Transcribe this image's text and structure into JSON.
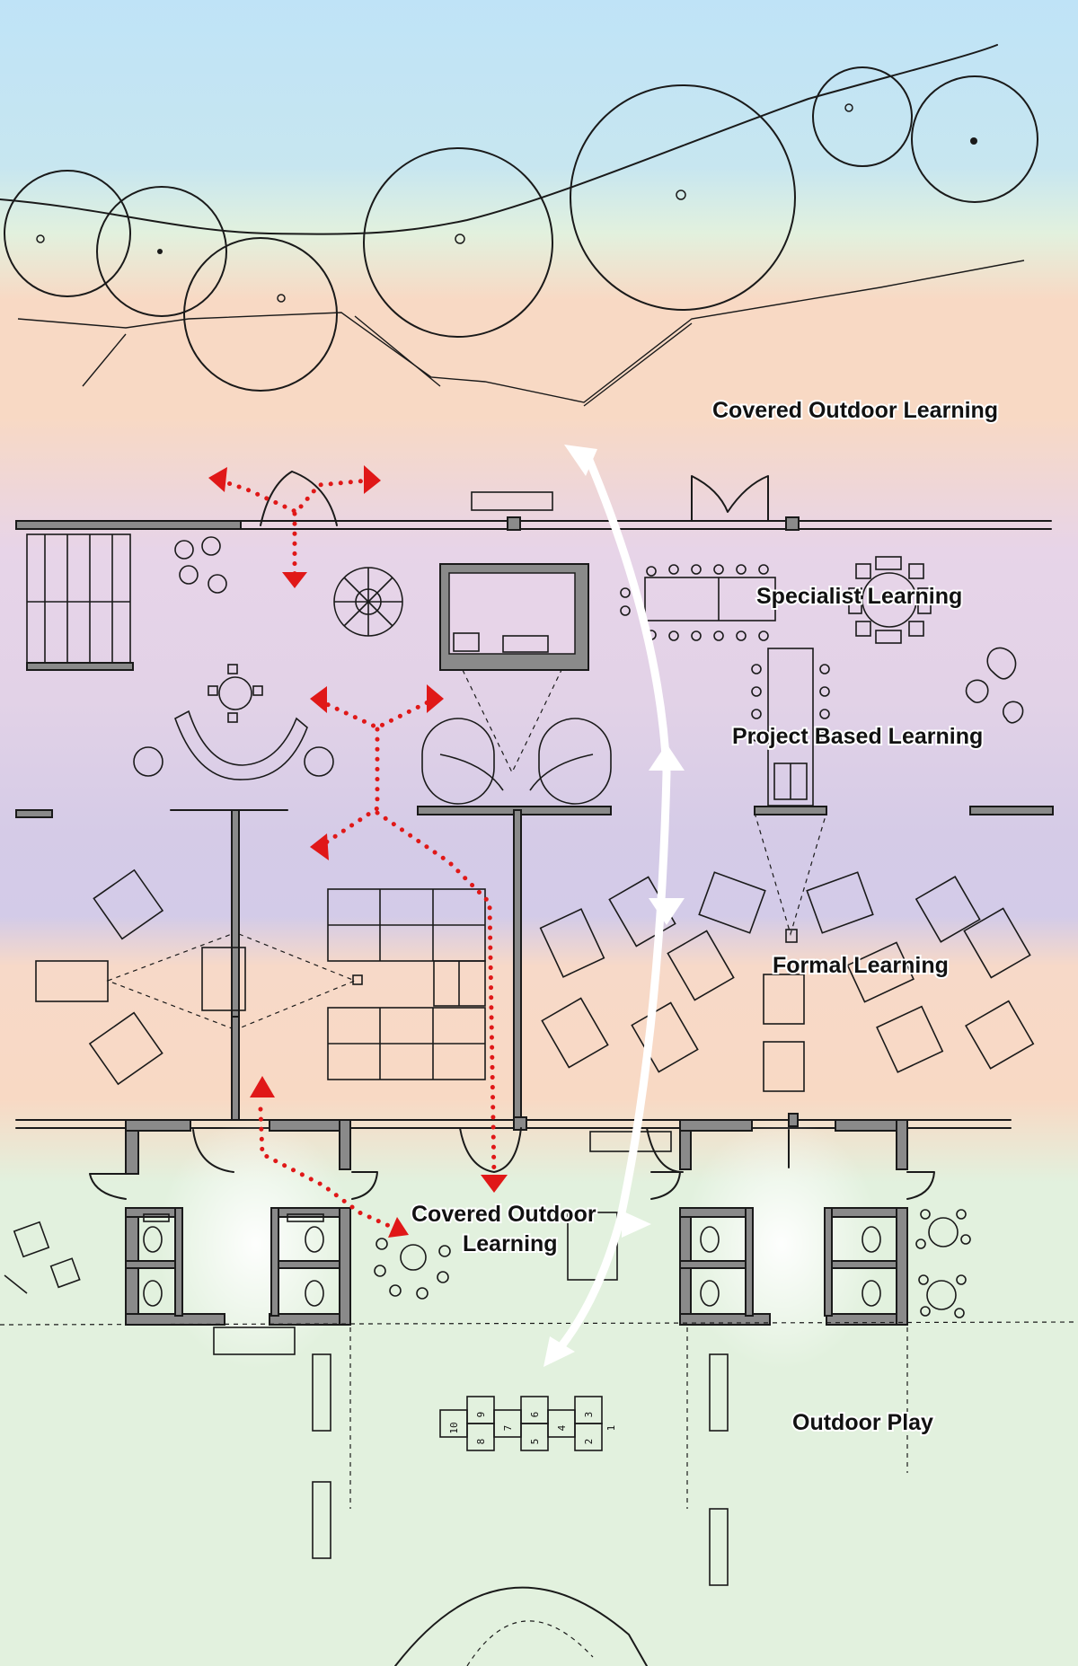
{
  "colors": {
    "sky": "#bfe3f7",
    "grass": "#e2f1de",
    "covered": "#f8d9c4",
    "specialist": "#e7d4e8",
    "formal": "#d5cbe7",
    "circulation_red": "#e01818",
    "circulation_white": "#ffffff"
  },
  "labels": {
    "covered_outdoor_top": "Covered Outdoor Learning",
    "specialist": "Specialist Learning",
    "project_based": "Project Based Learning",
    "formal": "Formal Learning",
    "covered_outdoor_bottom_line1": "Covered Outdoor",
    "covered_outdoor_bottom_line2": "Learning",
    "outdoor_play": "Outdoor Play"
  },
  "hopscotch": [
    "10",
    "9",
    "8",
    "7",
    "6",
    "5",
    "4",
    "3",
    "2",
    "1"
  ],
  "icons": {
    "red_arrow": "red-circulation-arrow-icon",
    "white_arrow": "white-flow-arrow-icon"
  }
}
